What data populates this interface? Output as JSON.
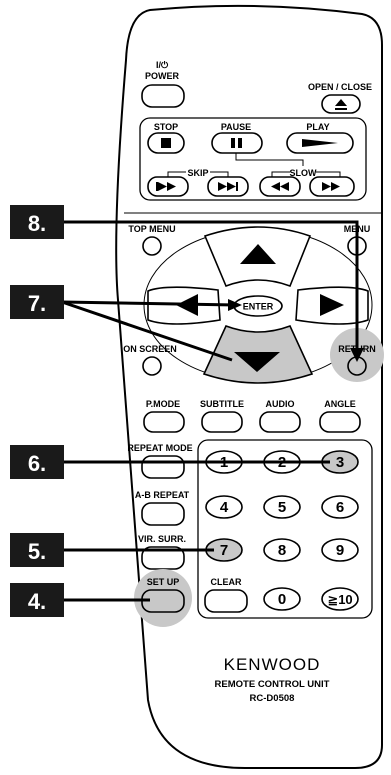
{
  "buttons": {
    "power": "I/⏻",
    "power2": "POWER",
    "open_close": "OPEN / CLOSE",
    "stop": "STOP",
    "pause": "PAUSE",
    "play": "PLAY",
    "skip": "SKIP",
    "slow": "SLOW",
    "top_menu": "TOP MENU",
    "menu": "MENU",
    "enter": "ENTER",
    "on_screen": "ON SCREEN",
    "return": "RETURN",
    "pmode": "P.MODE",
    "subtitle": "SUBTITLE",
    "audio": "AUDIO",
    "angle": "ANGLE",
    "repeat_mode": "REPEAT MODE",
    "ab_repeat": "A-B REPEAT",
    "vir_surr": "VIR. SURR.",
    "set_up": "SET UP",
    "clear": "CLEAR"
  },
  "numbers": [
    "1",
    "2",
    "3",
    "4",
    "5",
    "6",
    "7",
    "8",
    "9",
    "0",
    "≧10"
  ],
  "brand": "KENWOOD",
  "subtitle": "REMOTE CONTROL UNIT",
  "model": "RC-D0508",
  "steps": [
    "8.",
    "7.",
    "6.",
    "5.",
    "4."
  ],
  "colors": {
    "highlight": "#c8c8c8",
    "step_bg": "#1a1a1a"
  }
}
